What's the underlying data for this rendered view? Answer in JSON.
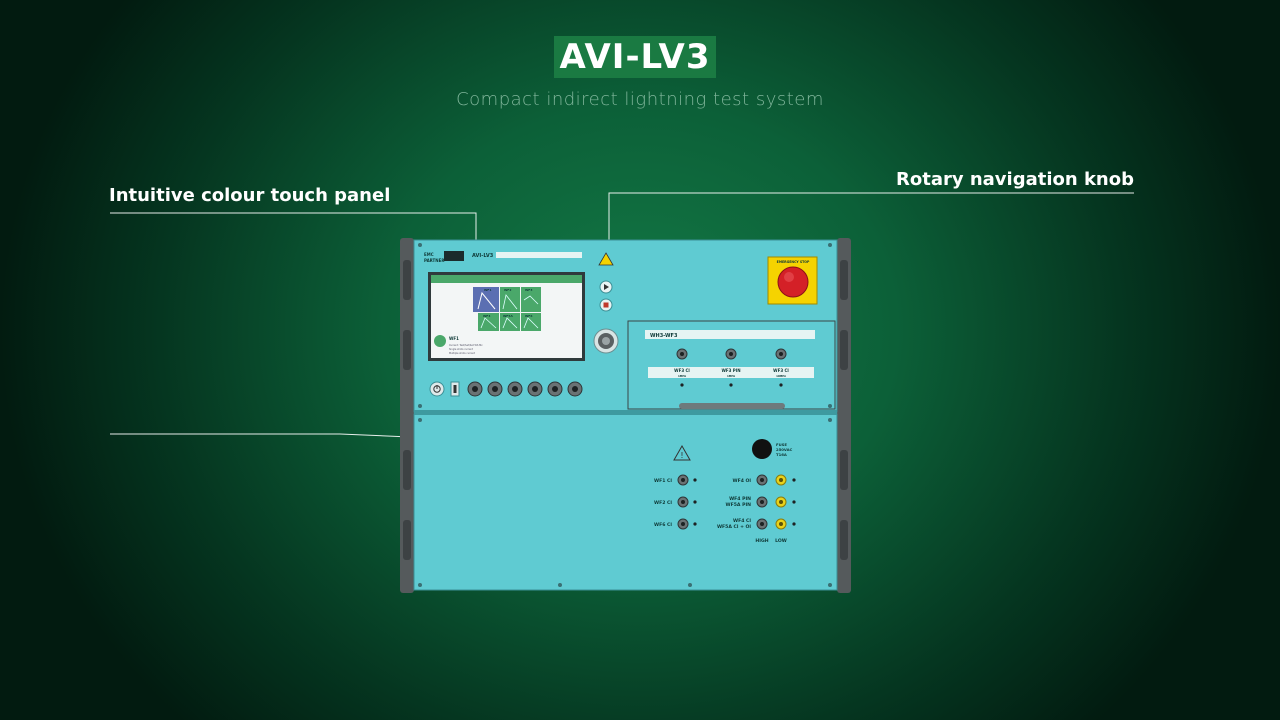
{
  "header": {
    "title": "AVI-LV3",
    "subtitle": "Compact indirect lightning test system"
  },
  "callouts": {
    "left": "Intuitive colour touch panel",
    "right": "Rotary navigation knob"
  },
  "device": {
    "brand_line1": "EMC",
    "brand_line2": "PARTNER",
    "model_label": "AVI-LV3",
    "emergency_label": "EMERGENCY STOP",
    "module_label": "WH3-WF3",
    "screen": {
      "tiles": [
        "WF1",
        "WF2",
        "WF3",
        "WF4",
        "WF5A",
        "WF6"
      ],
      "selected_name": "WF1",
      "info_lines": [
        "Current: Test/Set/Set WS Mx",
        "Single shots current",
        "Multiple shots current"
      ]
    },
    "upper_ports": [
      {
        "label": "WF3 Cl",
        "sub": "1MHz"
      },
      {
        "label": "WF3 PIN",
        "sub": "1MHz"
      },
      {
        "label": "WF3 Cl",
        "sub": "10MHz"
      }
    ],
    "lower_left_labels": [
      "WF1 Cl",
      "WF2 Cl",
      "WF6 Cl"
    ],
    "lower_right_labels": [
      "WF4 Ol",
      "WF4 PIN",
      "WF5A PIN",
      "WF4 Cl",
      "WF5A Cl + Ol"
    ],
    "fuse_label": [
      "FUSE",
      "250VAC",
      "T16A"
    ],
    "high_label": "HIGH",
    "low_label": "LOW"
  },
  "colors": {
    "panel": "#5fcbd2",
    "background": "#0c6038",
    "accent": "#1a7a42",
    "emergency": "#d42027",
    "emergency_base": "#f5d300",
    "bnc_yellow": "#e9d21a"
  }
}
